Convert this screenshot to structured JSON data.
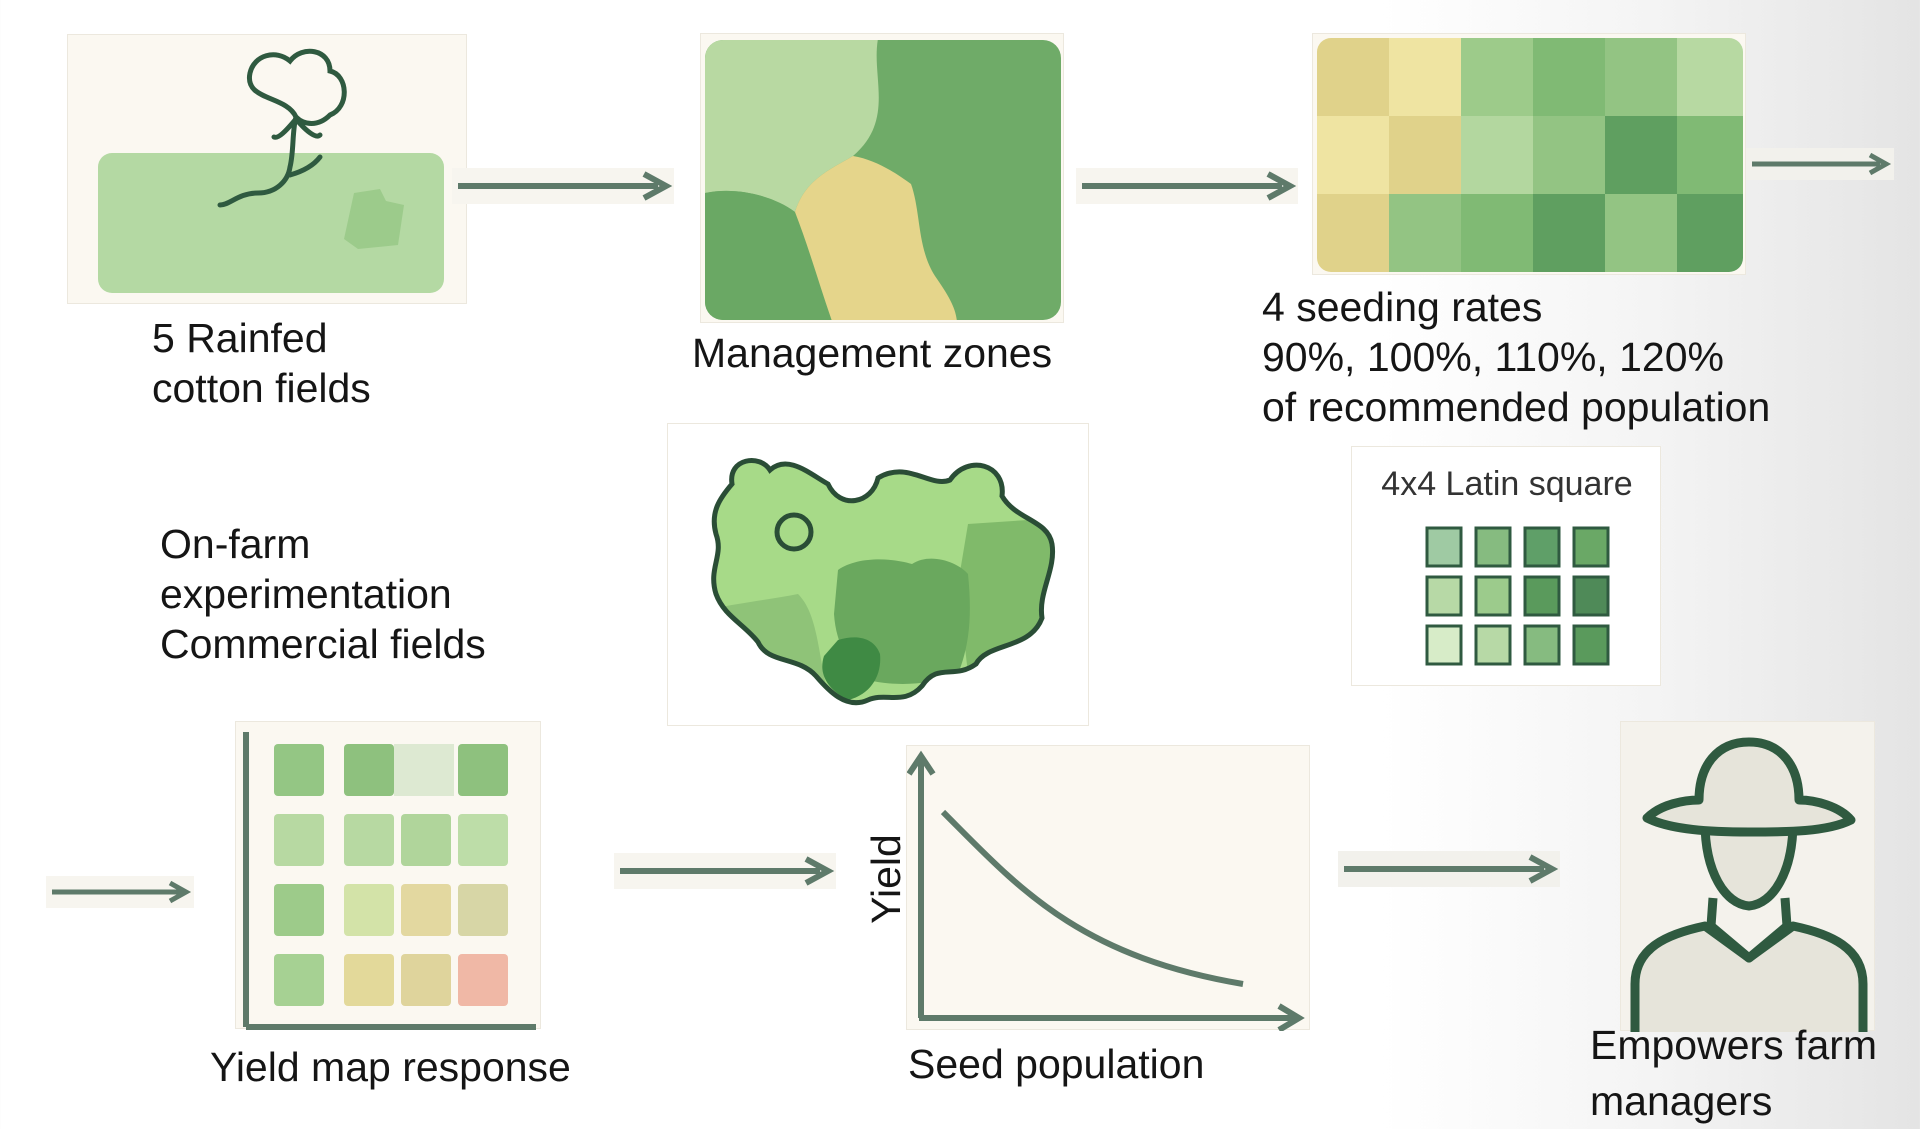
{
  "diagram": {
    "field_label_1": "5 Rainfed",
    "field_label_2": "cotton fields",
    "zones_label": "Management zones",
    "rates_label_1": "4 seeding rates",
    "rates_label_2": "90%, 100%, 110%, 120%",
    "rates_label_3": "of recommended  population",
    "ofe_label_1": "On-farm",
    "ofe_label_2": "experimentation",
    "ofe_label_3": "Commercial fields",
    "latin_square_title": "4x4 Latin square",
    "yield_map_label": "Yield map response",
    "y_axis_label": "Yield",
    "x_axis_label": "Seed population",
    "farmer_label_1": "Empowers farm",
    "farmer_label_2": "managers"
  },
  "colors": {
    "arrow": "#5e7a6a",
    "outline": "#2f5a40",
    "yellow": "#e5d57f",
    "light_green": "#b7d9a3",
    "mid_green": "#7db56f",
    "dark_green": "#5a9a5c",
    "red_tint": "#f0b5a3"
  }
}
